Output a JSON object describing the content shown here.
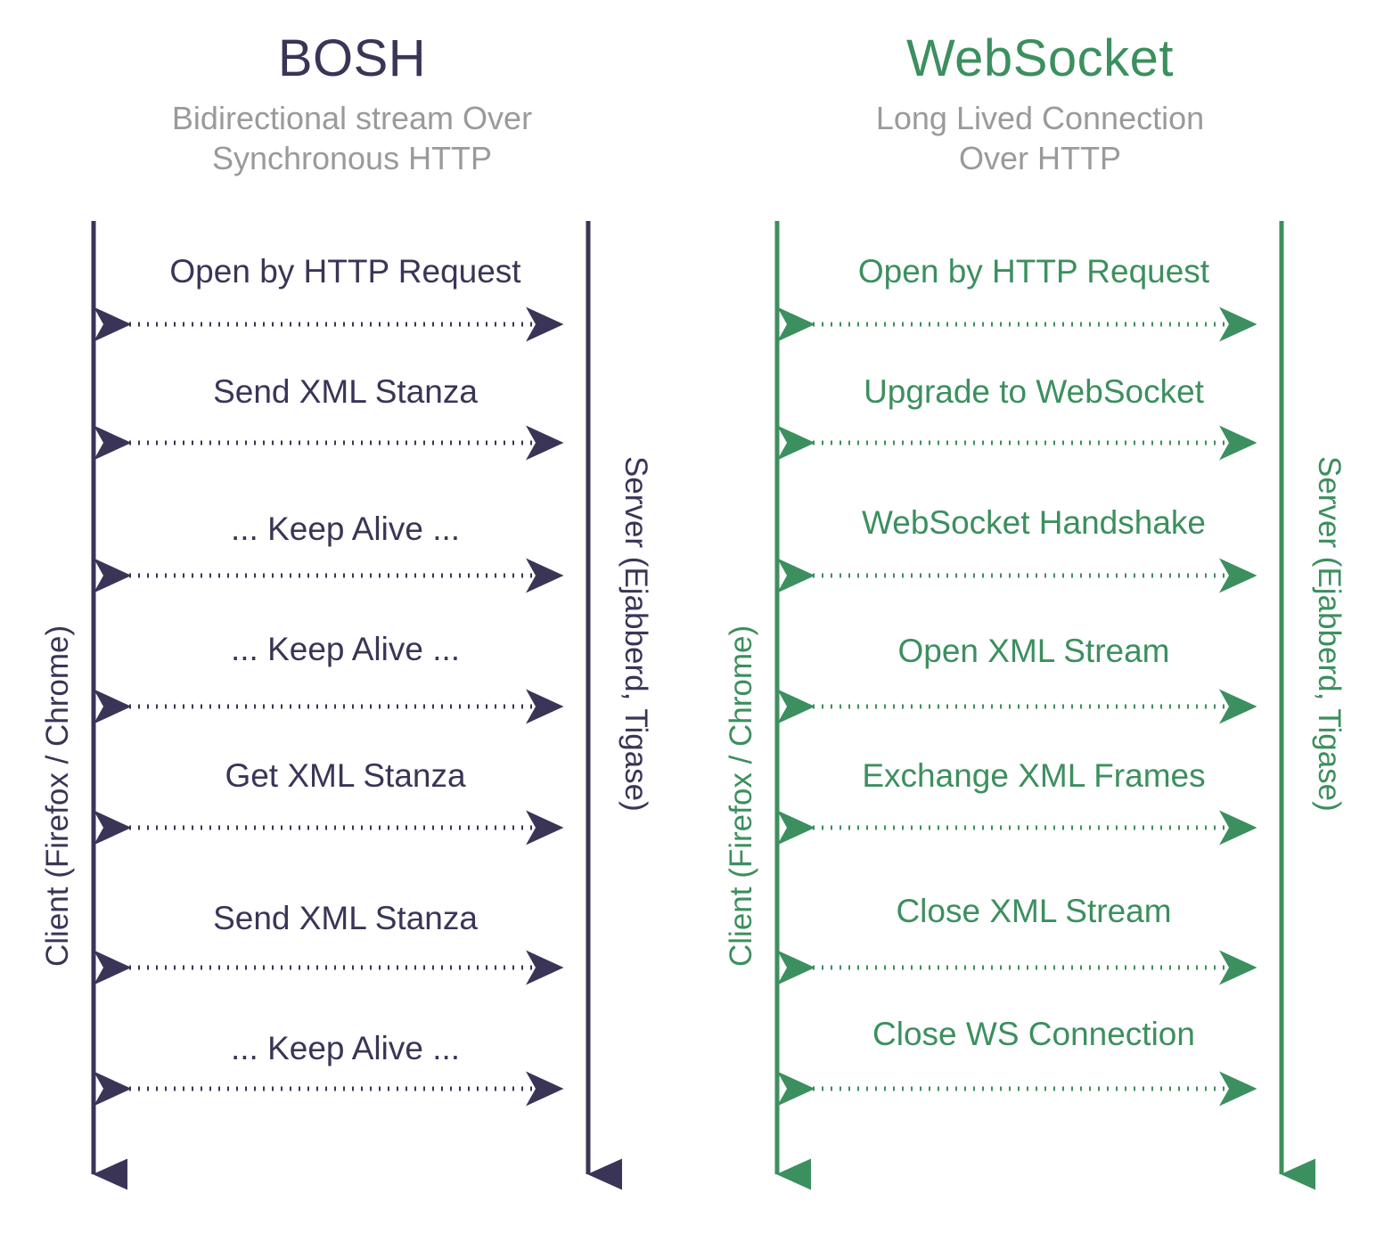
{
  "colors": {
    "bosh": "#3a3557",
    "websocket": "#3c8f5e",
    "subtitle": "#9a9a9a",
    "background": "#ffffff"
  },
  "panels": [
    {
      "id": "bosh",
      "title": "BOSH",
      "subtitle": "Bidirectional stream Over Synchronous HTTP",
      "subtitle_line1": "Bidirectional stream Over",
      "subtitle_line2": "Synchronous HTTP",
      "left_lifeline_label": "Client (Firefox / Chrome)",
      "right_lifeline_label": "Server (Ejabberd, Tigase)",
      "messages": [
        {
          "label": "Open by HTTP Request",
          "direction": "bidirectional",
          "style": "dotted"
        },
        {
          "label": "Send XML Stanza",
          "direction": "bidirectional",
          "style": "dotted"
        },
        {
          "label": "... Keep Alive ...",
          "direction": "bidirectional",
          "style": "dotted"
        },
        {
          "label": "... Keep Alive ...",
          "direction": "bidirectional",
          "style": "dotted"
        },
        {
          "label": "Get XML Stanza",
          "direction": "bidirectional",
          "style": "dotted"
        },
        {
          "label": "Send XML Stanza",
          "direction": "bidirectional",
          "style": "dotted"
        },
        {
          "label": "... Keep Alive ...",
          "direction": "bidirectional",
          "style": "dotted"
        }
      ]
    },
    {
      "id": "websocket",
      "title": "WebSocket",
      "subtitle": "Long Lived Connection Over HTTP",
      "subtitle_line1": "Long Lived Connection",
      "subtitle_line2": "Over HTTP",
      "left_lifeline_label": "Client (Firefox / Chrome)",
      "right_lifeline_label": "Server (Ejabberd, Tigase)",
      "messages": [
        {
          "label": "Open by HTTP Request",
          "direction": "bidirectional",
          "style": "dotted"
        },
        {
          "label": "Upgrade to WebSocket",
          "direction": "bidirectional",
          "style": "dotted"
        },
        {
          "label": "WebSocket Handshake",
          "direction": "bidirectional",
          "style": "dotted"
        },
        {
          "label": "Open XML Stream",
          "direction": "bidirectional",
          "style": "dotted"
        },
        {
          "label": "Exchange XML Frames",
          "direction": "bidirectional",
          "style": "dotted"
        },
        {
          "label": "Close XML Stream",
          "direction": "bidirectional",
          "style": "dotted"
        },
        {
          "label": "Close WS Connection",
          "direction": "bidirectional",
          "style": "dotted"
        }
      ]
    }
  ]
}
